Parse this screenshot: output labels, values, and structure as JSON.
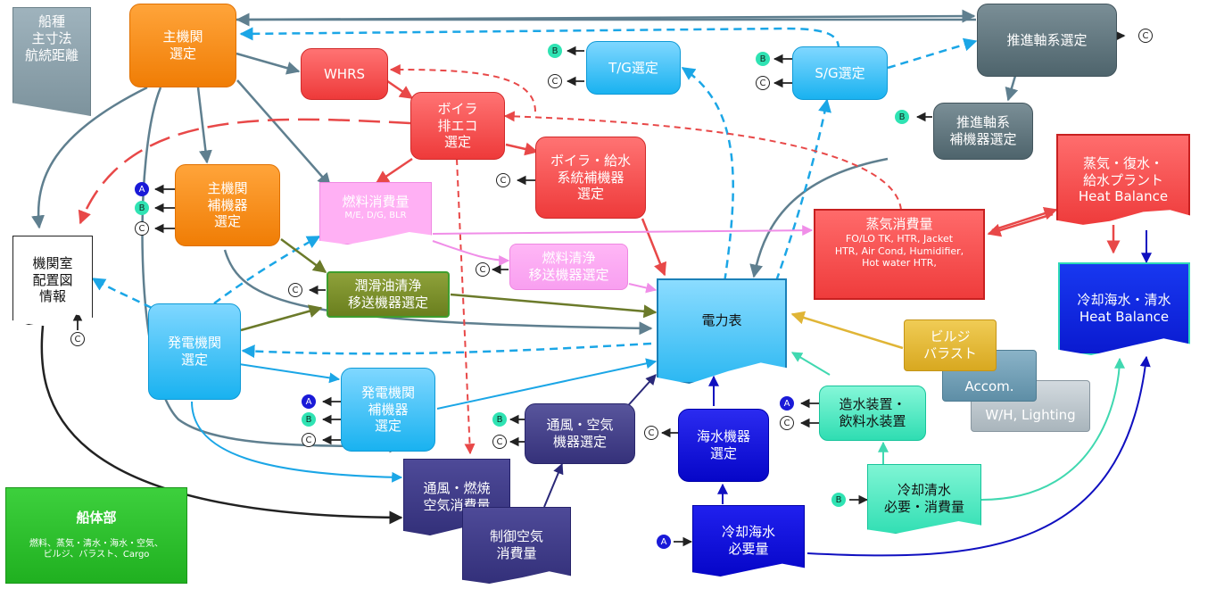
{
  "nodes": {
    "ship_type": "船種\n主寸法\n航続距離",
    "main_engine": "主機関\n選定",
    "whrs": "WHRS",
    "tg": "T/G選定",
    "sg": "S/G選定",
    "propulsion_shaft": "推進軸系選定",
    "propulsion_aux": "推進軸系\n補機器選定",
    "boiler": "ボイラ\n排エコ\n選定",
    "boiler_feed": "ボイラ・給水\n系統補機器\n選定",
    "main_engine_aux": "主機関\n補機器\n選定",
    "fuel_consumption": "燃料消費量",
    "fuel_consumption_sub": "M/E, D/G, BLR",
    "fuel_purifier": "燃料清浄\n移送機器選定",
    "steam_consumption": "蒸気消費量",
    "steam_consumption_sub": "FO/LO TK, HTR, Jacket\nHTR, Air Cond, Humidifier,\nHot water HTR,",
    "steam_plant": "蒸気・復水・\n給水プラント\nHeat Balance",
    "engine_room_layout": "機関室\n配置図\n情報",
    "lube_purifier": "潤滑油清浄\n移送機器選定",
    "power_table": "電力表",
    "cooling_heat_balance": "冷却海水・清水\nHeat Balance",
    "generator": "発電機関\n選定",
    "bilge": "ビルジ\nバラスト",
    "accom": "Accom.",
    "wh_lighting": "W/H, Lighting",
    "generator_aux": "発電機関\n補機器\n選定",
    "ventilation_select": "通風・空気\n機器選定",
    "seawater_equipment": "海水機器\n選定",
    "freshwater_gen": "造水装置・\n飲料水装置",
    "cooling_fresh_water": "冷却清水\n必要・消費量",
    "vent_air_consumption": "通風・燃焼\n空気消費量",
    "control_air": "制御空気\n消費量",
    "cooling_sea_water": "冷却海水\n必要量",
    "hull": "船体部",
    "hull_sub": "燃料、蒸気・清水・海水・空気、\nビルジ、バラスト、Cargo"
  },
  "badges": {
    "a": "A",
    "b": "B",
    "c": "C"
  },
  "colors": {
    "orange": "#f5891a",
    "red": "#f05252",
    "sky": "#2bb7f2",
    "slate": "#5f747c",
    "navy": "#3c3985",
    "blue": "#0a0ad0",
    "olive": "#7b8f2a",
    "pink": "#ffb0f4",
    "mint": "#3fe6bd",
    "green": "#2fc22f",
    "gold": "#e0b536",
    "gray": "#b8c2c7"
  }
}
